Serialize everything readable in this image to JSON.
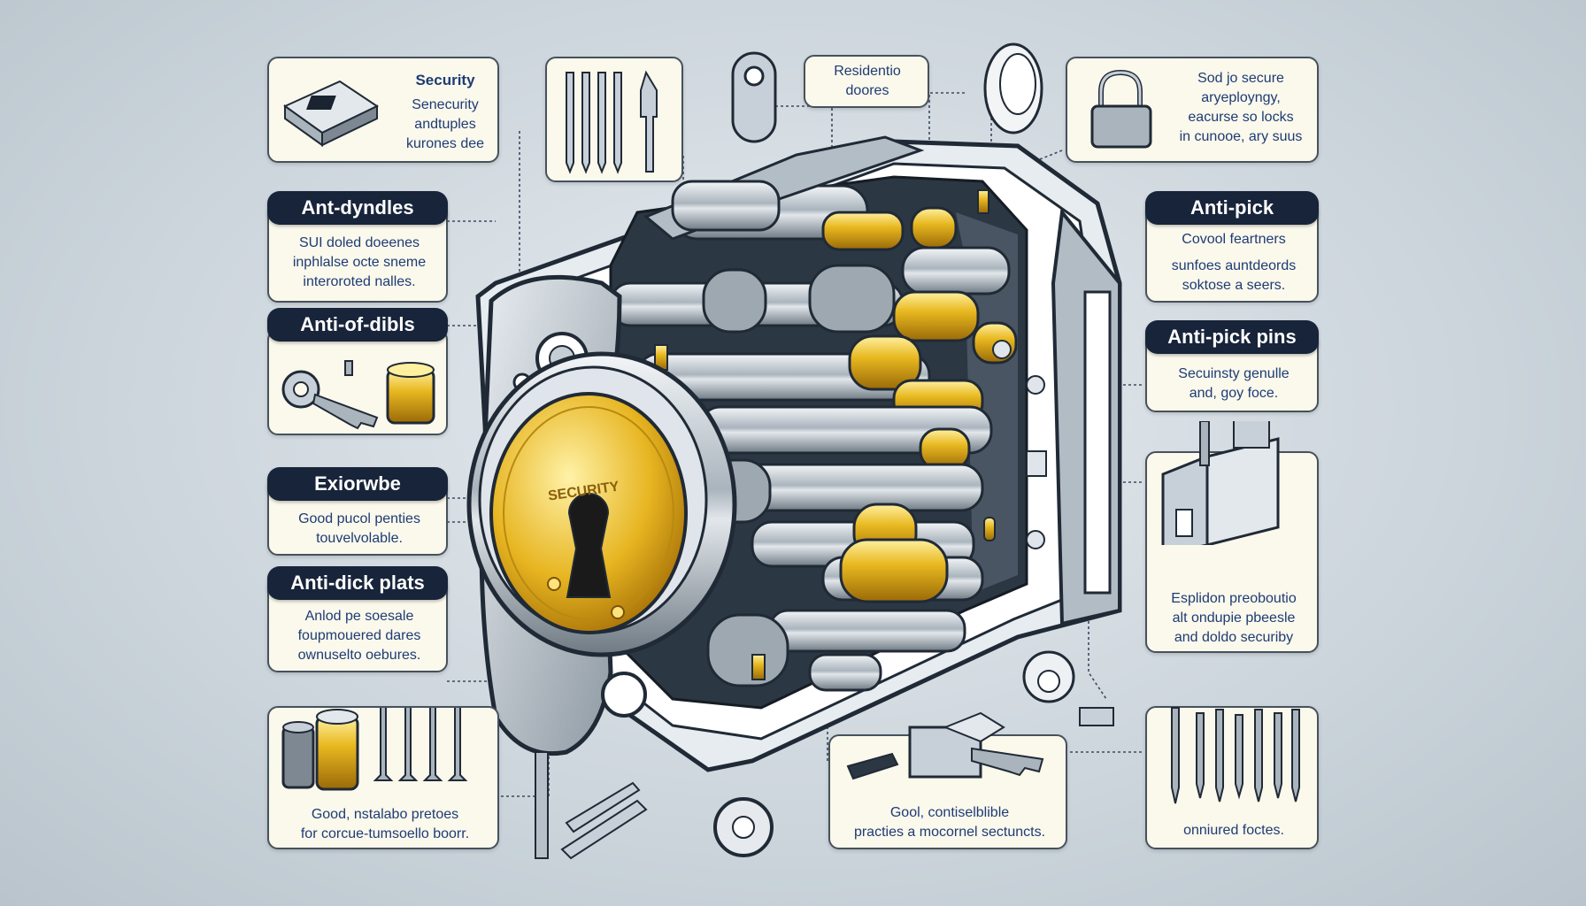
{
  "colors": {
    "background": "#ccd5dc",
    "card": "#fbf8ec",
    "card_border": "#46525c",
    "pill": "#17243a",
    "text": "#1d3c74",
    "brass": "#e2b420",
    "steel": "#b7c0c8",
    "outline": "#202a36"
  },
  "lock": {
    "plate_text": "SECURITY"
  },
  "callouts": {
    "top_left": {
      "title": "Security",
      "lines": [
        "Senecurity",
        "andtuples",
        "kurones dee"
      ],
      "icon": "keypad-box-icon"
    },
    "top_pins": {
      "icon": "pins-icon"
    },
    "top_center": {
      "lines": [
        "Residentio",
        "doores"
      ]
    },
    "top_right": {
      "lines": [
        "Sod jo secure",
        "aryeployngy,",
        "eacurse so locks",
        "in cunooe, ary suus"
      ],
      "icon": "padlock-icon"
    },
    "anti_dyndles": {
      "title": "Ant-dyndles",
      "lines": [
        "SUI doled doeenes",
        "inphlalse octe sneme",
        "interoroted nalles."
      ]
    },
    "anti_off": {
      "title": "Anti-of-dibls",
      "icon": "key-and-cylinder-icon"
    },
    "exterior": {
      "title": "Exiorwbe",
      "lines": [
        "Good pucol penties",
        "touvelvolable."
      ]
    },
    "anti_dick": {
      "title": "Anti-dick plats",
      "lines": [
        "Anlod pe soesale",
        "foupmouered dares",
        "ownuselto oebures."
      ]
    },
    "bottom_left": {
      "lines": [
        "Good, nstalabo pretoes",
        "for corcue-tumsoello boorr."
      ],
      "icon": "nails-and-cylinders-icon"
    },
    "bottom_center": {
      "lines": [
        "Gool, contiselblible",
        "practies a mocornel sectuncts."
      ],
      "icon": "key-in-lock-icon"
    },
    "anti_pick": {
      "title": "Anti-pick",
      "lines": [
        "Covool feartners",
        "sunfoes auntdeords",
        "soktose a seers."
      ]
    },
    "anti_pick_pins": {
      "title": "Anti-pick pins",
      "lines": [
        "Secuinsty genulle",
        "and, goy foce."
      ]
    },
    "right_bracket": {
      "lines": [
        "Esplidon preoboutio",
        "alt ondupie pbeesle",
        "and doldo securiby"
      ],
      "icon": "bracket-icon"
    },
    "bottom_right": {
      "lines": [
        "onniured foctes."
      ],
      "icon": "picks-icon"
    }
  }
}
